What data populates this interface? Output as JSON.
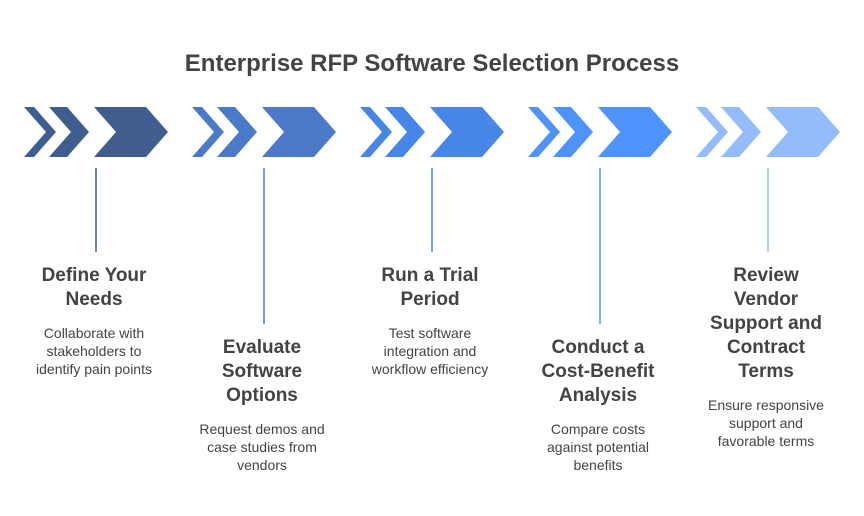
{
  "title": "Enterprise RFP Software Selection Process",
  "steps": [
    {
      "heading_lines": [
        "Define Your",
        "Needs"
      ],
      "desc_lines": [
        "Collaborate with",
        "stakeholders to",
        "identify pain points"
      ],
      "color": "#3f5e8f"
    },
    {
      "heading_lines": [
        "Evaluate",
        "Software",
        "Options"
      ],
      "desc_lines": [
        "Request demos and",
        "case studies from",
        "vendors"
      ],
      "color": "#4a7ac9"
    },
    {
      "heading_lines": [
        "Run a Trial",
        "Period"
      ],
      "desc_lines": [
        "Test software",
        "integration and",
        "workflow efficiency"
      ],
      "color": "#4686e6"
    },
    {
      "heading_lines": [
        "Conduct a",
        "Cost-Benefit",
        "Analysis"
      ],
      "desc_lines": [
        "Compare costs",
        "against potential",
        "benefits"
      ],
      "color": "#4e93fb"
    },
    {
      "heading_lines": [
        "Review",
        "Vendor",
        "Support and",
        "Contract",
        "Terms"
      ],
      "desc_lines": [
        "Ensure responsive",
        "support and",
        "favorable terms"
      ],
      "color": "#94bbfb"
    }
  ]
}
